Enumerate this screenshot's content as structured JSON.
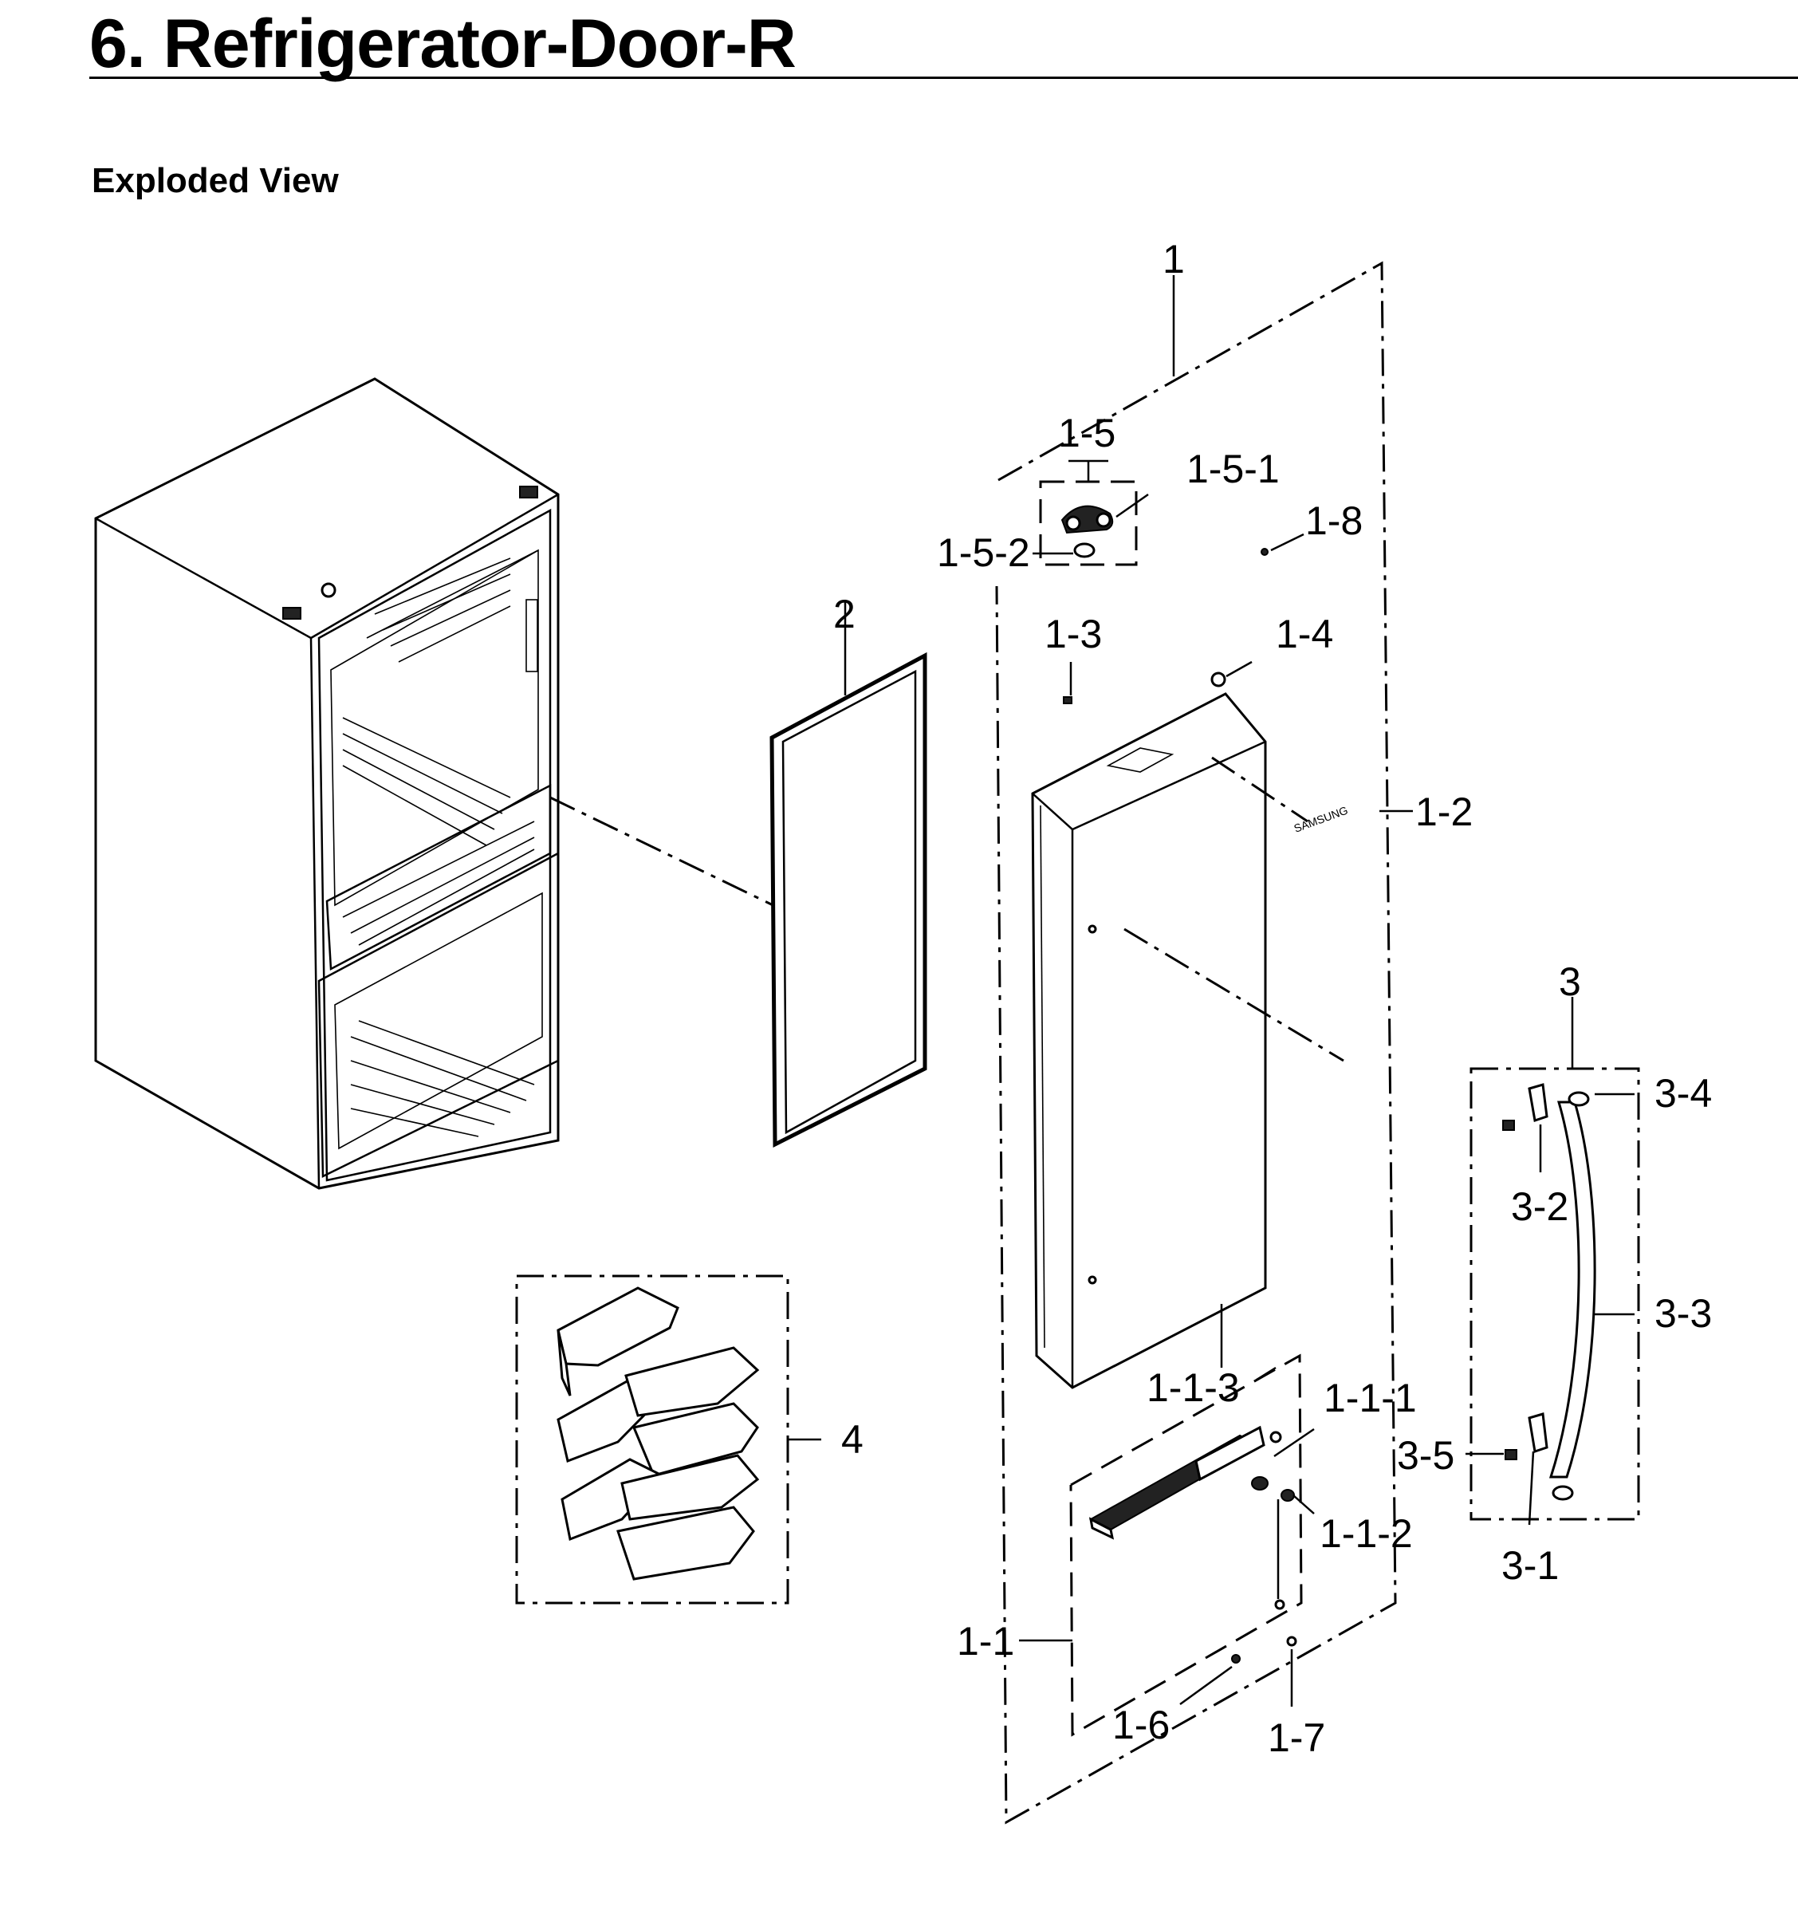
{
  "header": {
    "title": "6.  Refrigerator-Door-R",
    "subtitle": "Exploded View"
  },
  "labels": {
    "l1": "1",
    "l1_5": "1-5",
    "l1_5_1": "1-5-1",
    "l1_5_2": "1-5-2",
    "l1_8": "1-8",
    "l1_3": "1-3",
    "l1_4": "1-4",
    "l1_2": "1-2",
    "l2": "2",
    "l3": "3",
    "l3_4": "3-4",
    "l3_2": "3-2",
    "l3_3": "3-3",
    "l3_5": "3-5",
    "l3_1": "3-1",
    "l4": "4",
    "l1_1_3": "1-1-3",
    "l1_1_1": "1-1-1",
    "l1_1_2": "1-1-2",
    "l1_1": "1-1",
    "l1_6": "1-6",
    "l1_7": "1-7"
  }
}
